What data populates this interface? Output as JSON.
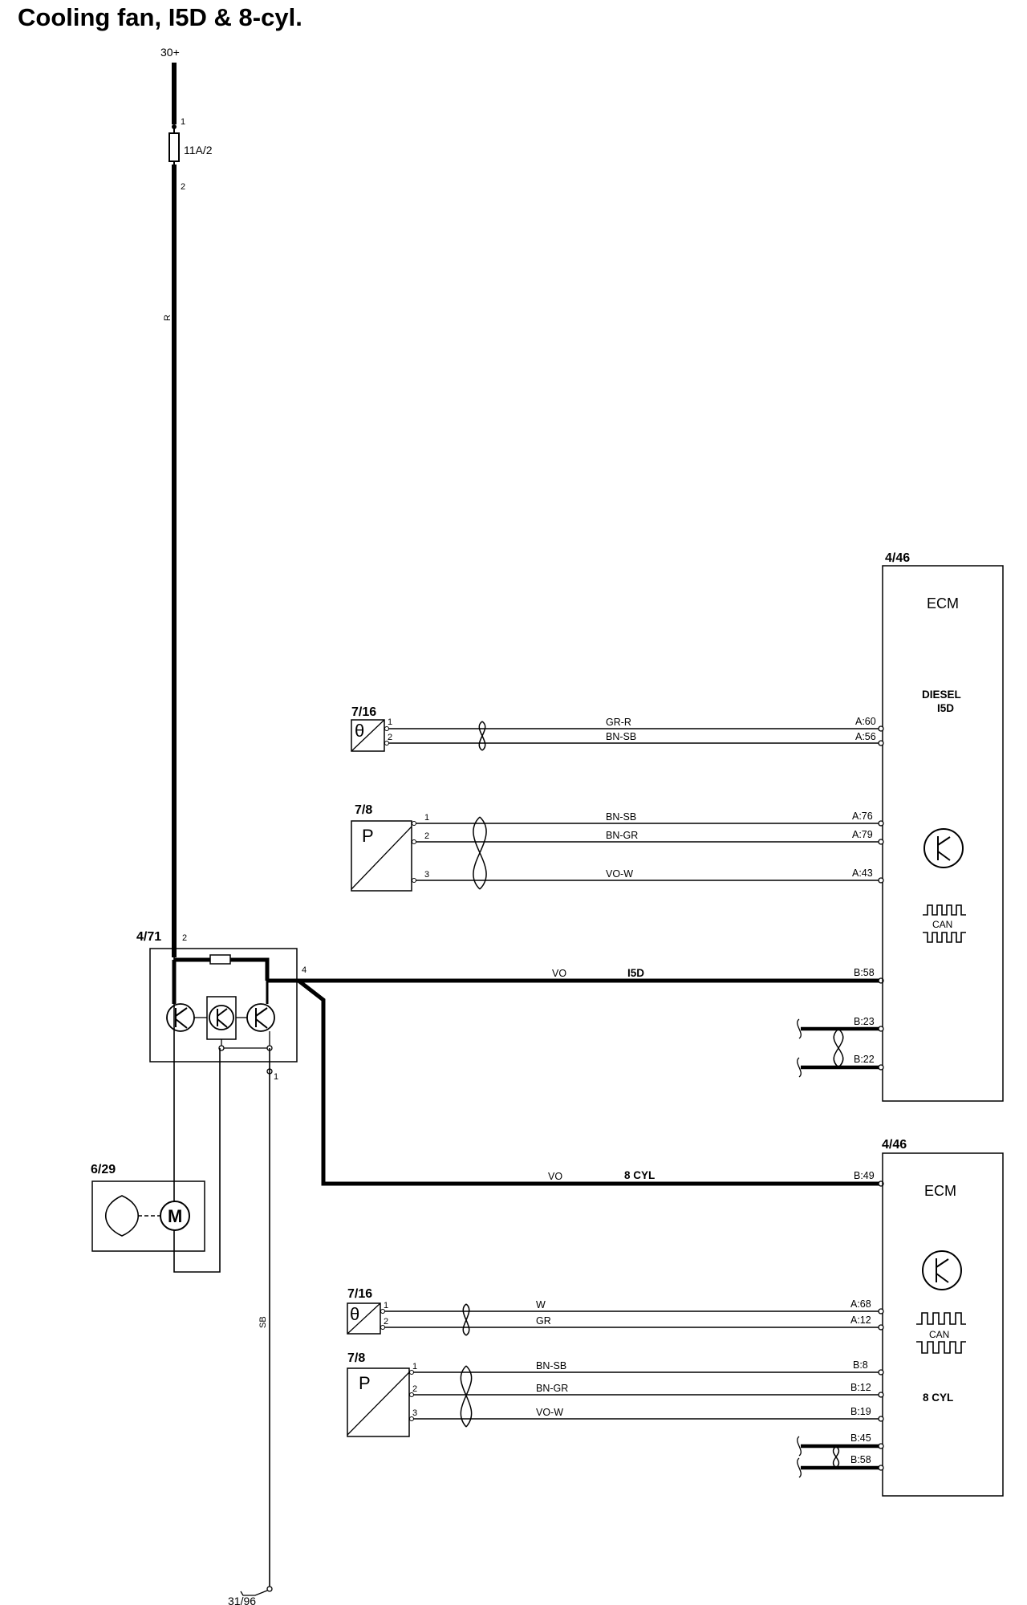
{
  "title": "Cooling fan, I5D & 8-cyl.",
  "supply": {
    "label": "30+",
    "fuse": "11A/2",
    "fuse_pin_top": "1",
    "fuse_pin_bottom": "2",
    "wire_color": "R"
  },
  "ground": {
    "label": "31/96",
    "wire_color": "SB"
  },
  "fan_control_module": {
    "id": "4/71",
    "pin_supply": "2",
    "pin_output": "4",
    "pin_ground": "1"
  },
  "fan_motor": {
    "id": "6/29",
    "symbol": "M"
  },
  "ecm_diesel": {
    "id": "4/46",
    "name": "ECM",
    "variant_line1": "DIESEL",
    "variant_line2": "I5D",
    "can_label": "CAN",
    "coolant_sensor": {
      "id": "7/16",
      "symbol": "θ",
      "pins": [
        "1",
        "2"
      ],
      "wires": [
        "GR-R",
        "BN-SB"
      ],
      "terminals": [
        "A:60",
        "A:56"
      ]
    },
    "pressure_sensor": {
      "id": "7/8",
      "symbol": "P",
      "pins": [
        "1",
        "2",
        "3"
      ],
      "wires": [
        "BN-SB",
        "BN-GR",
        "VO-W"
      ],
      "terminals": [
        "A:76",
        "A:79",
        "A:43"
      ]
    },
    "fan_signal": {
      "wire": "VO",
      "label": "I5D",
      "terminal": "B:58"
    },
    "can_terminals": [
      "B:23",
      "B:22"
    ]
  },
  "ecm_8cyl": {
    "id": "4/46",
    "name": "ECM",
    "variant": "8 CYL",
    "can_label": "CAN",
    "fan_signal": {
      "wire": "VO",
      "label": "8 CYL",
      "terminal": "B:49"
    },
    "coolant_sensor": {
      "id": "7/16",
      "symbol": "θ",
      "pins": [
        "1",
        "2"
      ],
      "wires": [
        "W",
        "GR"
      ],
      "terminals": [
        "A:68",
        "A:12"
      ]
    },
    "pressure_sensor": {
      "id": "7/8",
      "symbol": "P",
      "pins": [
        "1",
        "2",
        "3"
      ],
      "wires": [
        "BN-SB",
        "BN-GR",
        "VO-W"
      ],
      "terminals": [
        "B:8",
        "B:12",
        "B:19"
      ]
    },
    "can_terminals": [
      "B:45",
      "B:58"
    ]
  }
}
